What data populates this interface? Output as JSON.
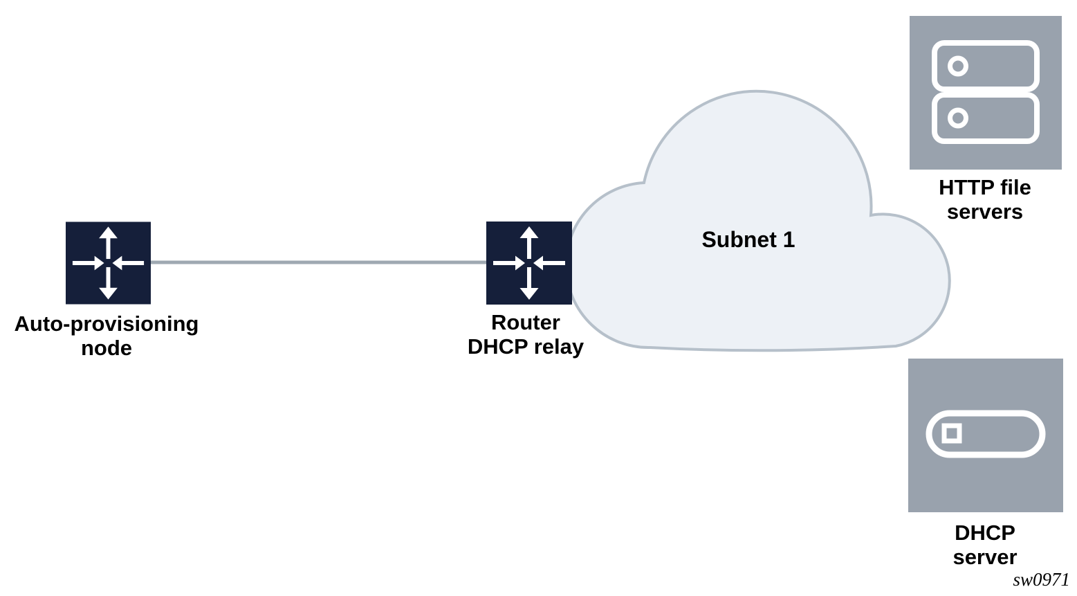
{
  "figure": {
    "type": "network-diagram",
    "watermark": "sw0971",
    "background_color": "#FFFFFF"
  },
  "colors": {
    "router_node_navy": "#151F3A",
    "server_box_gray": "#99A2AD",
    "cloud_fill": "#EDF1F6",
    "cloud_stroke": "#B6C0CA",
    "link_line_gray": "#9FA9B2",
    "icon_glyph_white": "#FFFFFF",
    "label_text_black": "#000000"
  },
  "nodes": {
    "auto_provisioning": {
      "label": "Auto-provisioning\nnode",
      "icon": "router-icon"
    },
    "router_relay": {
      "label": "Router\nDHCP relay",
      "icon": "router-icon"
    },
    "subnet": {
      "label": "Subnet 1",
      "icon": "cloud-shape"
    },
    "http_servers": {
      "label": "HTTP file\nservers",
      "icon": "dual-server-icon"
    },
    "dhcp_server": {
      "label": "DHCP\nserver",
      "icon": "single-server-icon"
    }
  },
  "links": [
    {
      "from": "auto_provisioning",
      "to": "router_relay",
      "style": "solid"
    }
  ]
}
